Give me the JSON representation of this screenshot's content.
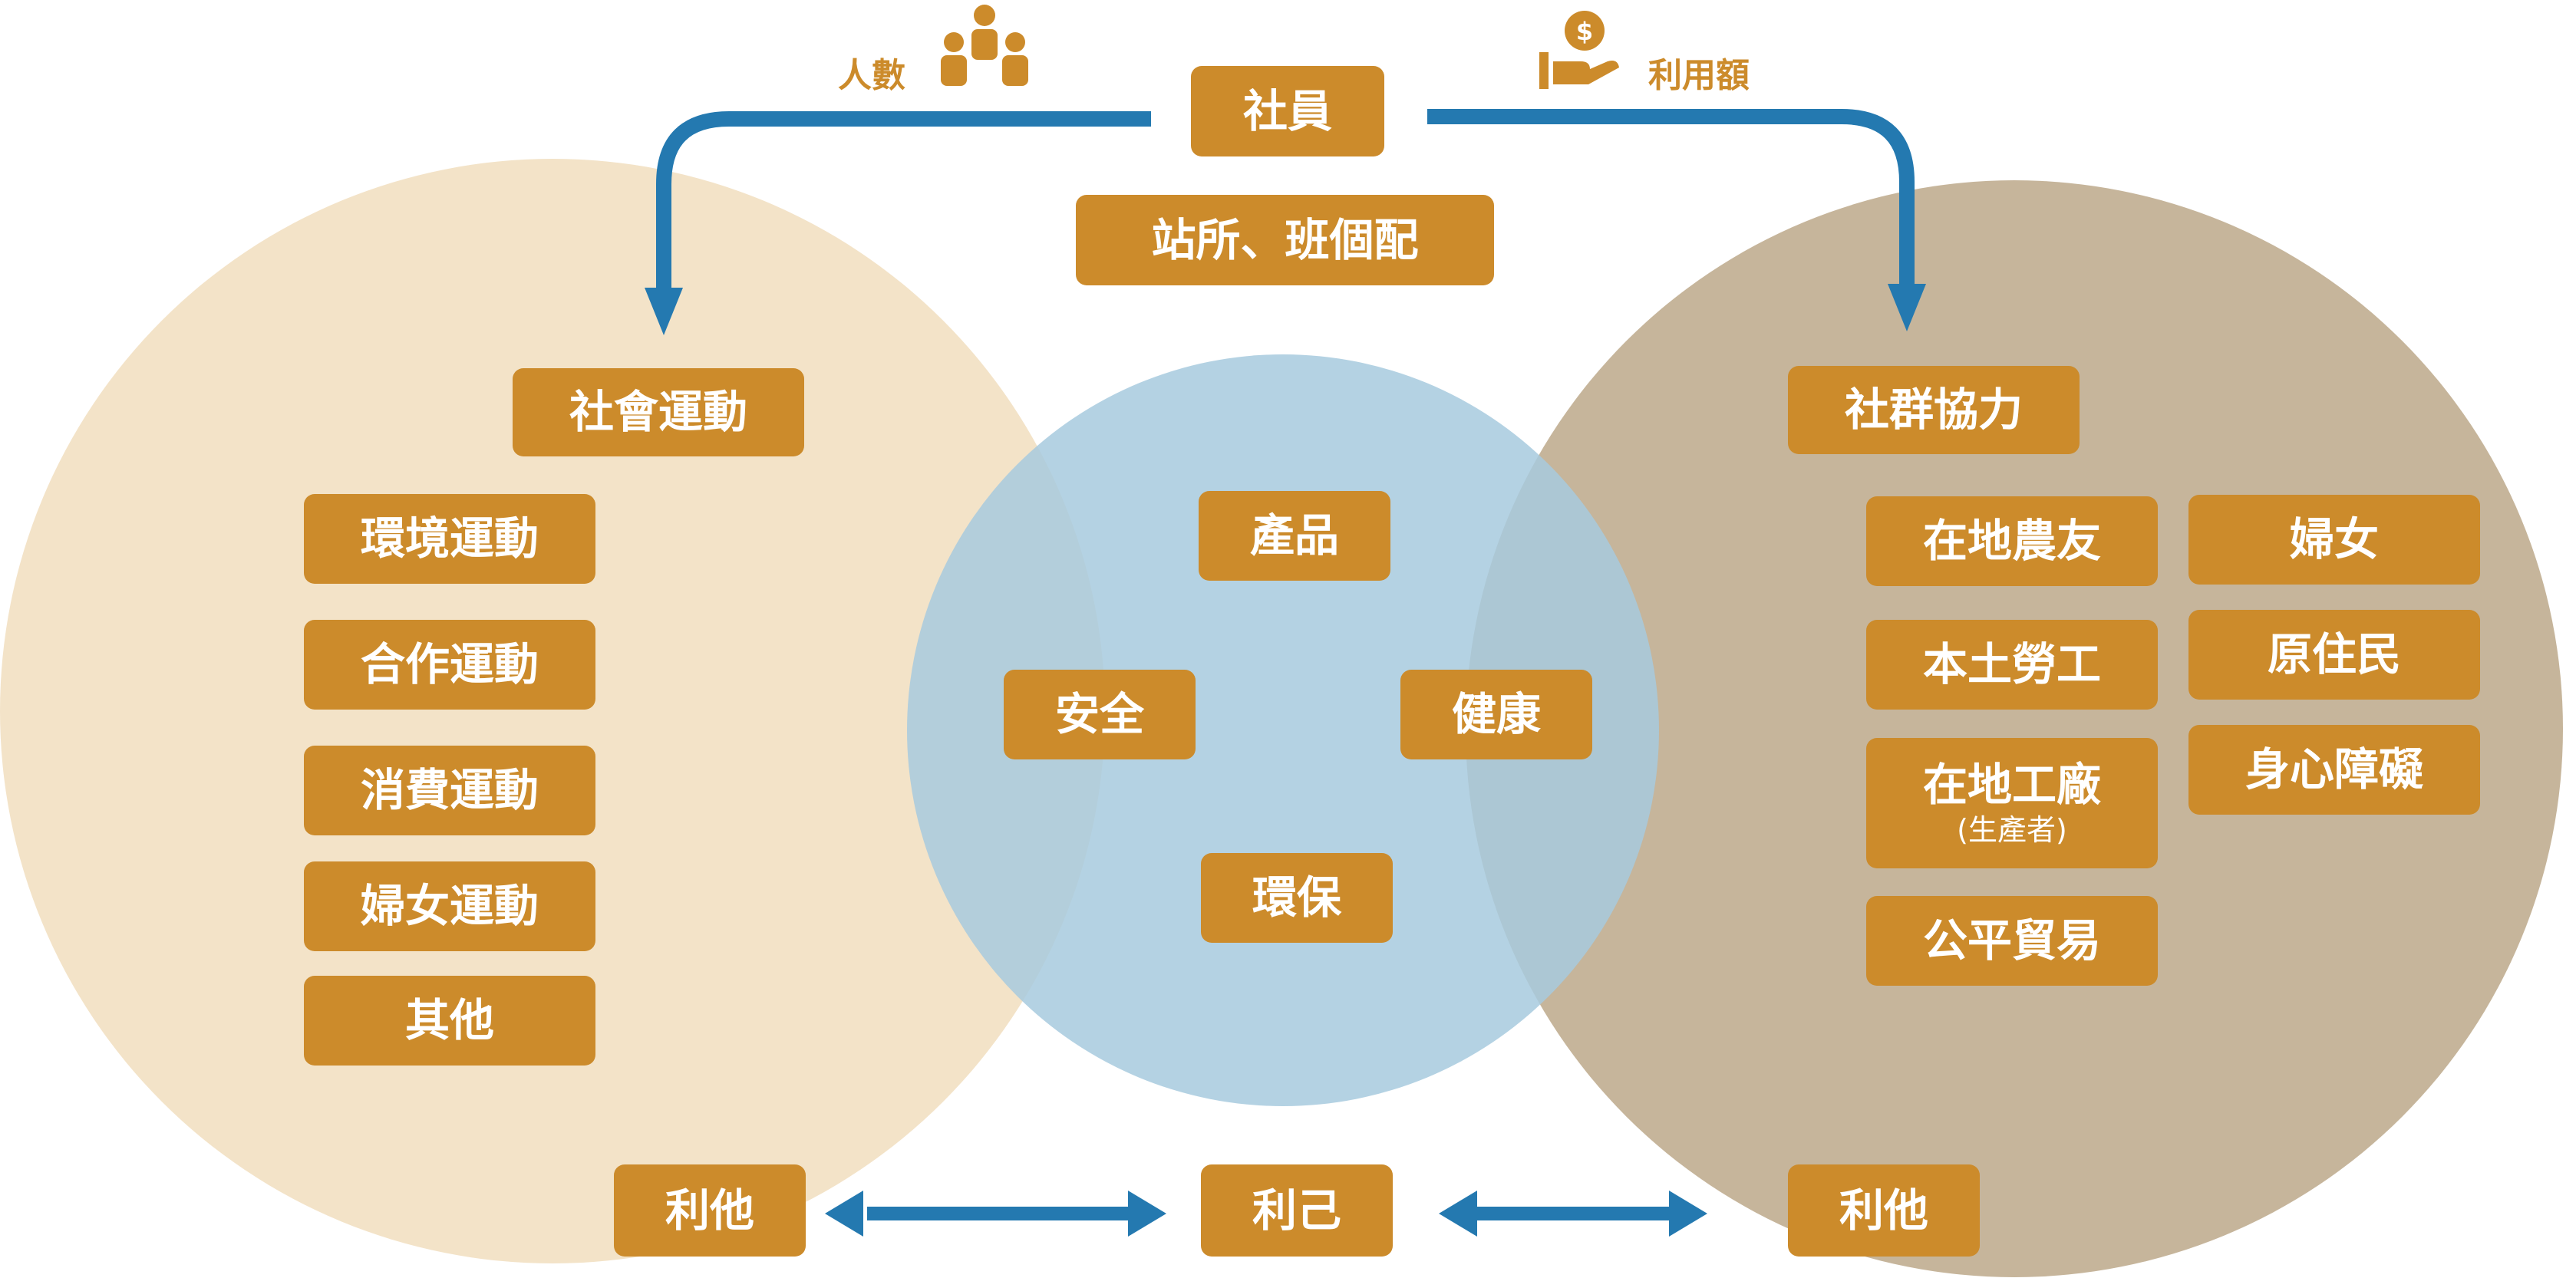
{
  "colors": {
    "box": "#cc8b2b",
    "left_circle": "#f3e3c8",
    "right_circle": "#c6b59b",
    "center_circle": "#a7cade",
    "arrow": "#2479b0"
  },
  "icons": {
    "people": "people-group-icon",
    "money": "hand-dollar-icon"
  },
  "top": {
    "headcount_label": "人數",
    "usage_label": "利用額",
    "member": "社員",
    "sites": "站所、班個配"
  },
  "left": {
    "title": "社會運動",
    "items": [
      "環境運動",
      "合作運動",
      "消費運動",
      "婦女運動",
      "其他"
    ],
    "bottom": "利他"
  },
  "center": {
    "top": "產品",
    "left": "安全",
    "right": "健康",
    "bottom": "環保",
    "bottom_label": "利己"
  },
  "right": {
    "title": "社群協力",
    "col1": [
      {
        "label": "在地農友",
        "sub": ""
      },
      {
        "label": "本土勞工",
        "sub": ""
      },
      {
        "label": "在地工廠",
        "sub": "(生產者)"
      },
      {
        "label": "公平貿易",
        "sub": ""
      }
    ],
    "col2": [
      "婦女",
      "原住民",
      "身心障礙"
    ],
    "bottom": "利他"
  }
}
